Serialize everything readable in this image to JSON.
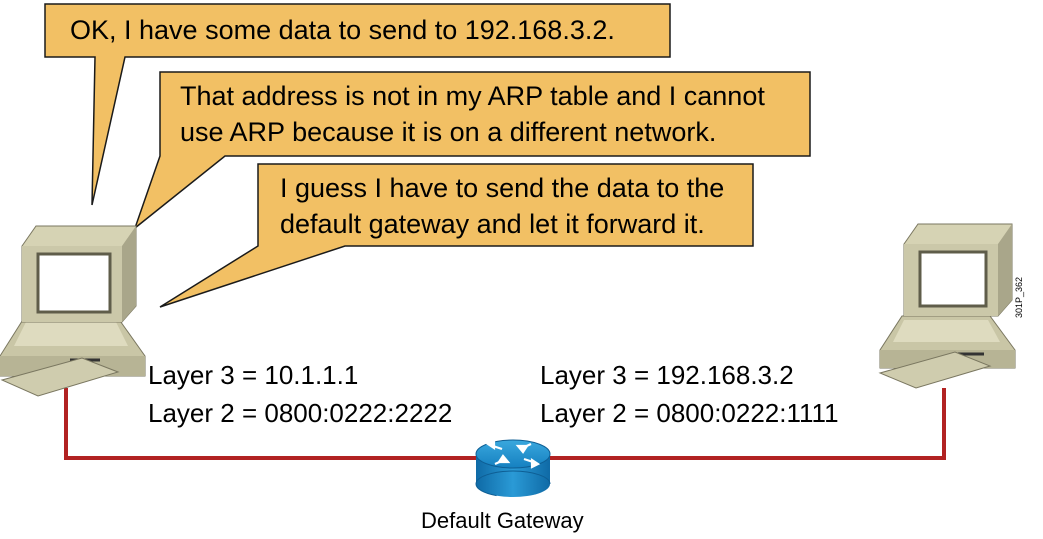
{
  "bubbles": [
    {
      "line1": "OK, I have some data to send to 192.168.3.2."
    },
    {
      "line1": "That address is not in my ARP table and I cannot",
      "line2": "use ARP because it is on a different network."
    },
    {
      "line1": "I guess I have to send the data to the",
      "line2": "default gateway and let it forward it."
    }
  ],
  "source_host": {
    "layer3": "Layer 3 = 10.1.1.1",
    "layer2": "Layer 2 = 0800:0222:2222"
  },
  "destination_host": {
    "layer3": "Layer 3 = 192.168.3.2",
    "layer2": "Layer 2 = 0800:0222:1111"
  },
  "gateway": {
    "label": "Default Gateway"
  },
  "figure_id": "301P_362",
  "colors": {
    "bubble_fill": "#f2c064",
    "link": "#b22222",
    "router": "#1a8cc8",
    "computer": "#d6d3b4"
  },
  "icons": [
    "computer-icon",
    "router-icon"
  ]
}
